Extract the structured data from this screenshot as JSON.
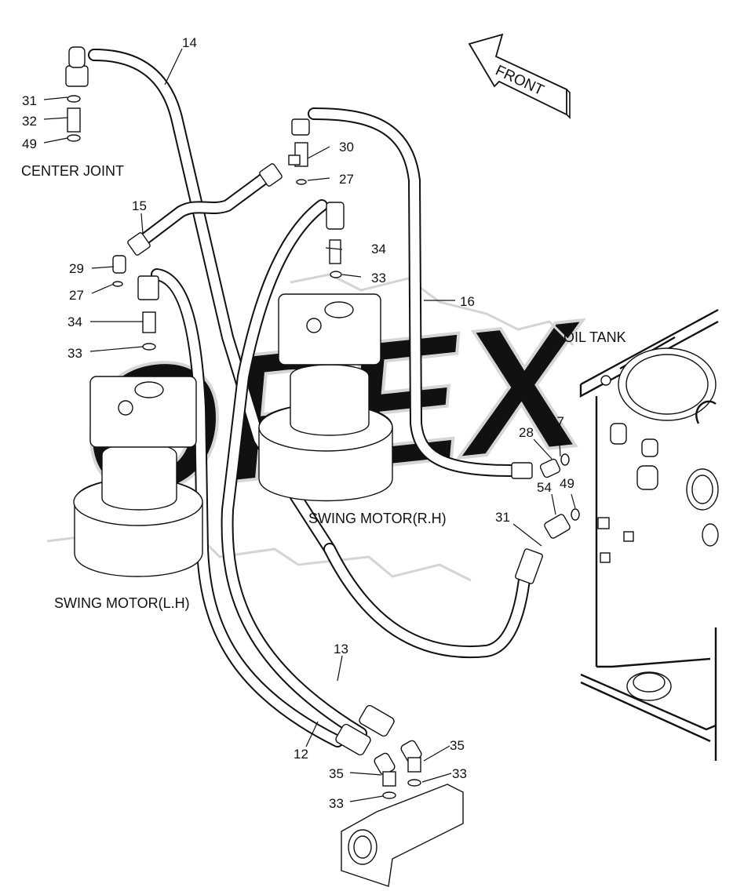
{
  "diagram": {
    "front_arrow": "FRONT",
    "captions": {
      "center_joint": "CENTER JOINT",
      "oil_tank": "OIL TANK",
      "swing_motor_rh": "SWING MOTOR(R.H)",
      "swing_motor_lh": "SWING MOTOR(L.H)"
    },
    "callouts": [
      {
        "id": "c14",
        "text": "14"
      },
      {
        "id": "c31a",
        "text": "31"
      },
      {
        "id": "c32",
        "text": "32"
      },
      {
        "id": "c49a",
        "text": "49"
      },
      {
        "id": "c30",
        "text": "30"
      },
      {
        "id": "c27a",
        "text": "27"
      },
      {
        "id": "c15",
        "text": "15"
      },
      {
        "id": "c34a",
        "text": "34"
      },
      {
        "id": "c33a",
        "text": "33"
      },
      {
        "id": "c29",
        "text": "29"
      },
      {
        "id": "c27b",
        "text": "27"
      },
      {
        "id": "c16",
        "text": "16"
      },
      {
        "id": "c34b",
        "text": "34"
      },
      {
        "id": "c33b",
        "text": "33"
      },
      {
        "id": "c28",
        "text": "28"
      },
      {
        "id": "c27c",
        "text": "27"
      },
      {
        "id": "c54",
        "text": "54"
      },
      {
        "id": "c49b",
        "text": "49"
      },
      {
        "id": "c31b",
        "text": "31"
      },
      {
        "id": "c13",
        "text": "13"
      },
      {
        "id": "c12",
        "text": "12"
      },
      {
        "id": "c35a",
        "text": "35"
      },
      {
        "id": "c35b",
        "text": "35"
      },
      {
        "id": "c33c",
        "text": "33"
      },
      {
        "id": "c33d",
        "text": "33"
      }
    ],
    "watermark": "OPEX"
  }
}
